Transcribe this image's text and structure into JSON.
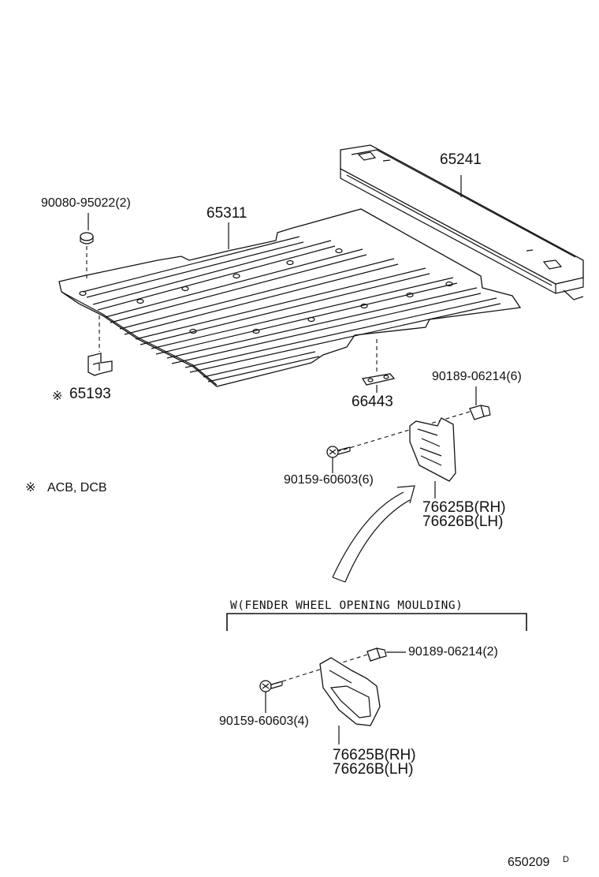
{
  "labels": {
    "p65241": "65241",
    "p9008095022": "90080-95022(2)",
    "p65311": "65311",
    "p65193": "65193",
    "p65193_mark": "※",
    "p66443": "66443",
    "p9018906214_6": "90189-06214(6)",
    "p9015960603_6": "90159-60603(6)",
    "p76625b_rh_1": "76625B(RH)",
    "p76626b_lh_1": "76626B(LH)",
    "note_mark": "※",
    "note_text": "ACB, DCB",
    "section_title": "W(FENDER WHEEL OPENING MOULDING)",
    "p9018906214_2": "90189-06214(2)",
    "p9015960603_4": "90159-60603(4)",
    "p76625b_rh_2": "76625B(RH)",
    "p76626b_lh_2": "76626B(LH)",
    "diagram_code": "650209",
    "diagram_code_suffix": "D"
  }
}
